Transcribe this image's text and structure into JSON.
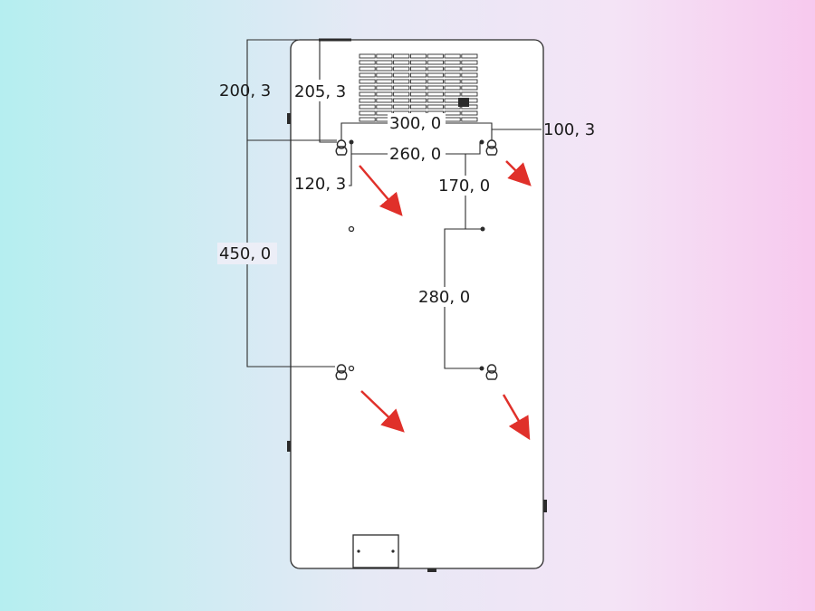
{
  "colors": {
    "line": "#2b2b2b",
    "panel": "#ffffff",
    "arrow": "#e0302a"
  },
  "dimensions": {
    "d_200_3": "200, 3",
    "d_205_3": "205, 3",
    "d_300_0": "300, 0",
    "d_100_3": "100, 3",
    "d_260_0": "260, 0",
    "d_120_3": "120, 3",
    "d_170_0": "170, 0",
    "d_450_0": "450, 0",
    "d_280_0": "280, 0"
  },
  "icons": {
    "mount_hole": "keyhole-icon",
    "pointer": "red-arrow-icon",
    "vent": "vent-grille-icon"
  }
}
